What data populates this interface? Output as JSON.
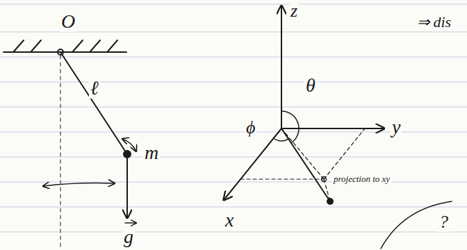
{
  "diagram": {
    "labels": [
      "O",
      "ℓ",
      "m",
      "g",
      "z",
      "θ",
      "y",
      "ϕ",
      "x",
      "projection to xy",
      "⇒ dis",
      "?"
    ]
  }
}
